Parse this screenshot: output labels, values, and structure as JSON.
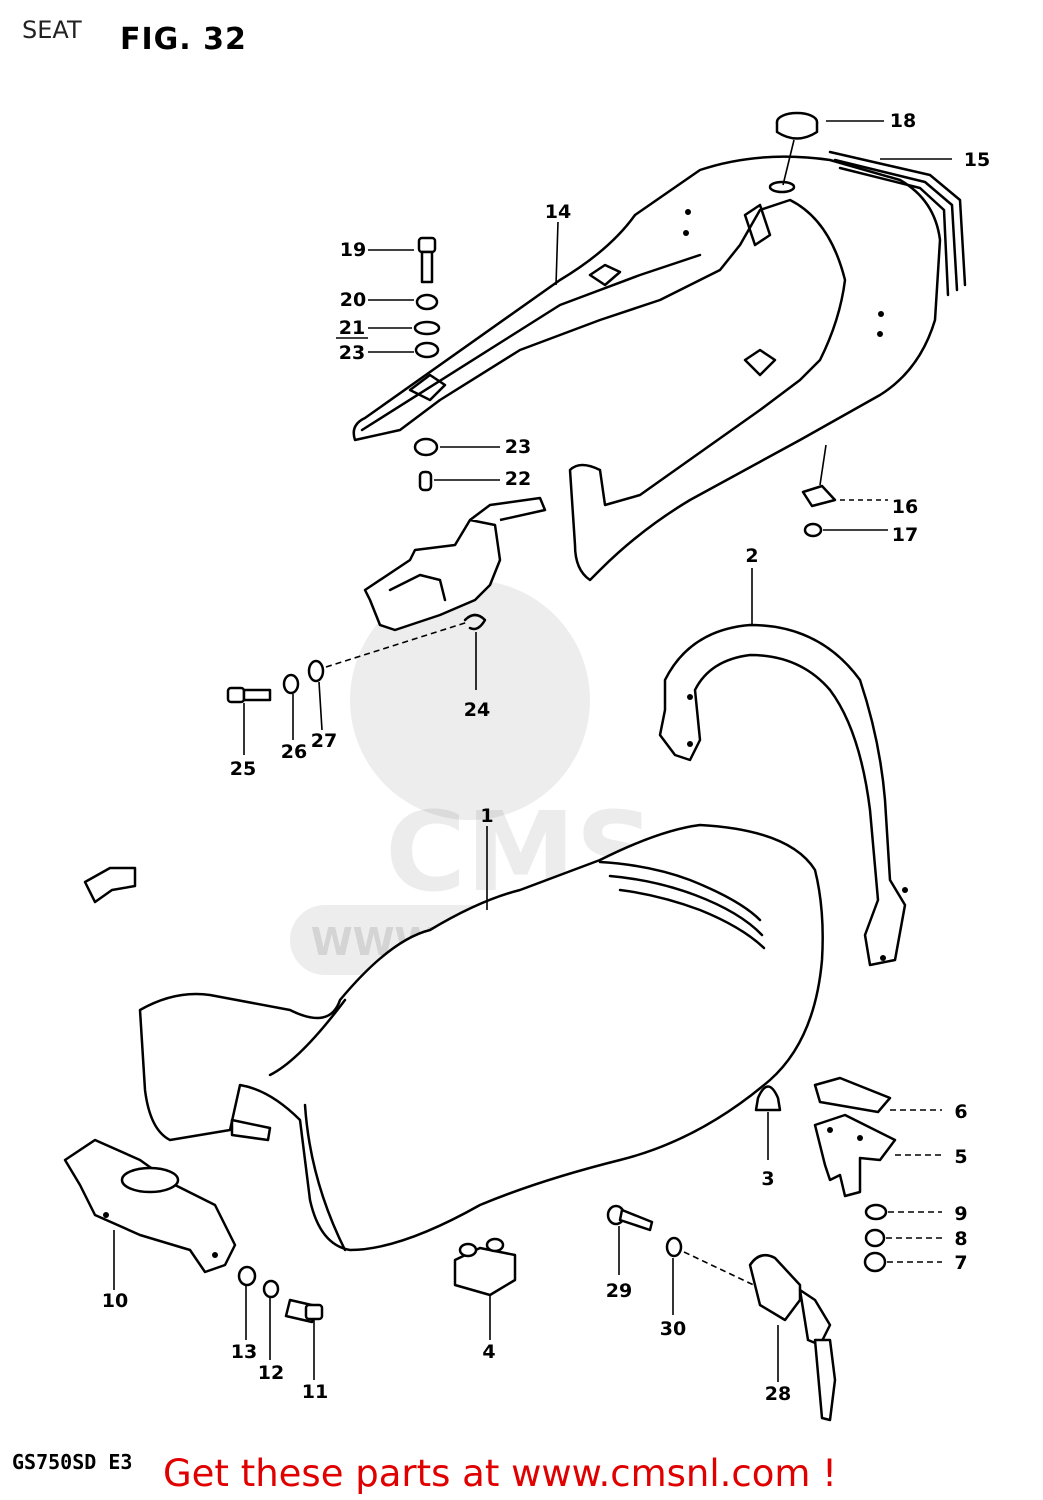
{
  "header": {
    "section_title": "SEAT",
    "figure_label": "FIG. 32"
  },
  "footer": {
    "model_code": "GS750SD E3",
    "promo_text": "Get these parts at www.cmsnl.com !"
  },
  "watermark": {
    "brand": "CMS",
    "url": "WWW.CMSNL.COM"
  },
  "callouts": [
    "1",
    "2",
    "3",
    "4",
    "5",
    "6",
    "7",
    "8",
    "9",
    "10",
    "11",
    "12",
    "13",
    "14",
    "15",
    "16",
    "17",
    "18",
    "19",
    "20",
    "21",
    "23",
    "23",
    "22",
    "24",
    "25",
    "26",
    "27",
    "28",
    "29",
    "30"
  ],
  "colors": {
    "ink": "#000000",
    "promo": "#e00000",
    "background": "#ffffff"
  }
}
